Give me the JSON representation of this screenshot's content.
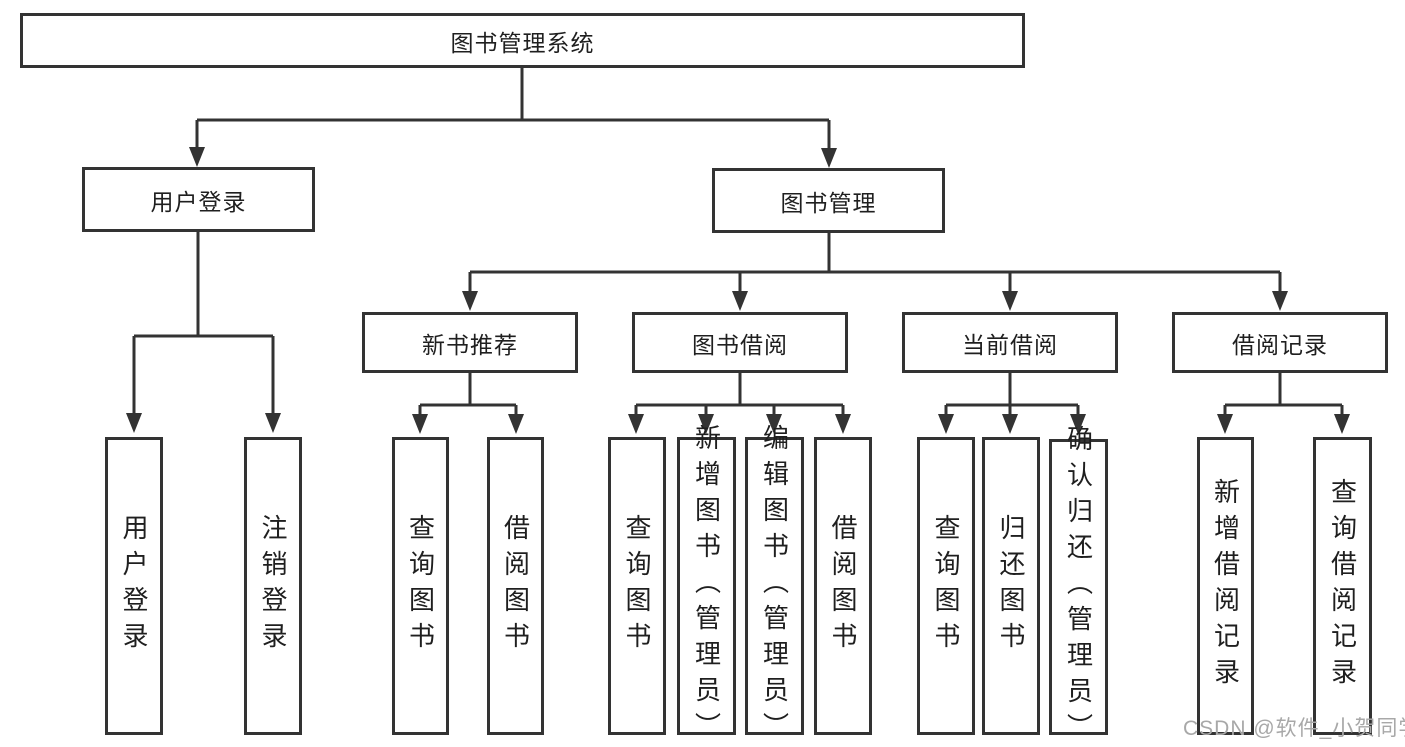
{
  "colors": {
    "line": "#333333",
    "text": "#1f1f1f",
    "background": "#ffffff",
    "watermark": "#a8a8a8"
  },
  "diagram_type": "hierarchy-flowchart",
  "tree": {
    "root": "图书管理系统",
    "branches": [
      {
        "label": "用户登录",
        "children": [
          {
            "label": "用户登录"
          },
          {
            "label": "注销登录"
          }
        ]
      },
      {
        "label": "图书管理",
        "children": [
          {
            "label": "新书推荐",
            "children": [
              {
                "label": "查询图书"
              },
              {
                "label": "借阅图书"
              }
            ]
          },
          {
            "label": "图书借阅",
            "children": [
              {
                "label": "查询图书"
              },
              {
                "label": "新增图书（管理员）"
              },
              {
                "label": "编辑图书（管理员）"
              },
              {
                "label": "借阅图书"
              }
            ]
          },
          {
            "label": "当前借阅",
            "children": [
              {
                "label": "查询图书"
              },
              {
                "label": "归还图书"
              },
              {
                "label": "确认归还（管理员）"
              }
            ]
          },
          {
            "label": "借阅记录",
            "children": [
              {
                "label": "新增借阅记录"
              },
              {
                "label": "查询借阅记录"
              }
            ]
          }
        ]
      }
    ]
  },
  "watermark": {
    "text": "CSDN @软件_小贺同学"
  }
}
